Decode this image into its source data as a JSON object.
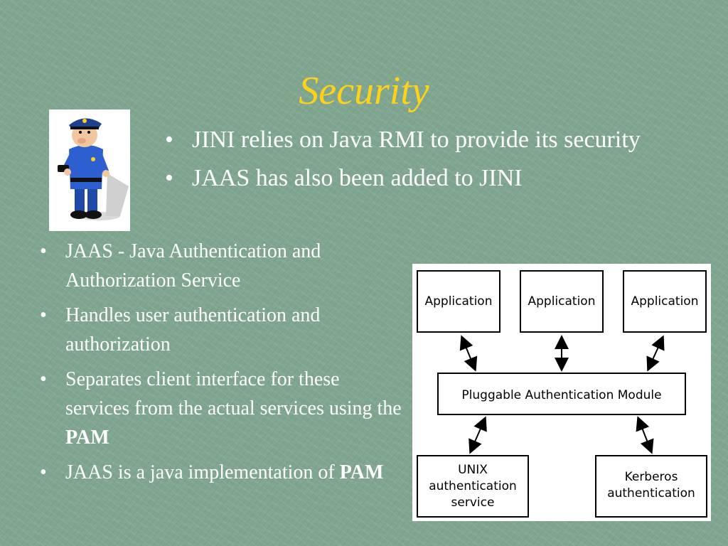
{
  "slide": {
    "title": "Security",
    "top_bullets": [
      "JINI relies on Java RMI to provide its security",
      "JAAS has also been added to JINI"
    ],
    "left_bullets": [
      {
        "text": "JAAS - Java Authentication and Authorization Service",
        "bold": ""
      },
      {
        "text": "Handles user authentication and authorization",
        "bold": ""
      },
      {
        "text": "Separates client interface for these services from the actual services using the ",
        "bold": "PAM"
      },
      {
        "text": "JAAS is a java implementation of ",
        "bold": "PAM"
      }
    ],
    "bullet_char": "•"
  },
  "diagram": {
    "applications": [
      "Application",
      "Application",
      "Application"
    ],
    "module": "Pluggable Authentication Module",
    "unix": [
      "UNIX",
      "authentication",
      "service"
    ],
    "kerberos": [
      "Kerberos",
      "authentication"
    ]
  },
  "colors": {
    "background": "#7fa58f",
    "title": "#ffd21a",
    "text": "#ffffff"
  },
  "icons": {
    "police": "police-officer-clipart"
  }
}
